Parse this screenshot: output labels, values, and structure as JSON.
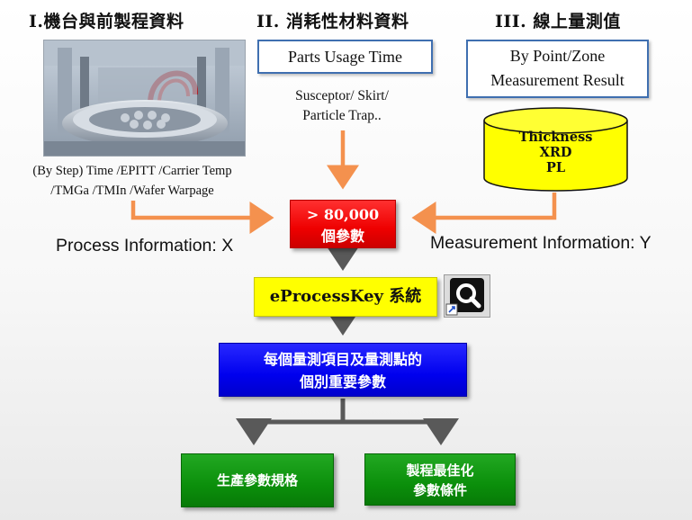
{
  "headings": {
    "machine": "I.機台與前製程資料",
    "consumables": "II. 消耗性材料資料",
    "inline": "III. 線上量測值"
  },
  "parts_usage": "Parts Usage Time",
  "consumables_detail": {
    "line1": "Susceptor/ Skirt/",
    "line2": "Particle Trap.."
  },
  "measurement_box": {
    "line1": "By Point/Zone",
    "line2": "Measurement Result"
  },
  "database": {
    "line1": "Thickness",
    "line2": "XRD",
    "line3": "PL"
  },
  "step_params": {
    "line1": "(By Step) Time /EPITT /Carrier Temp",
    "line2": "/TMGa /TMIn /Wafer Warpage"
  },
  "labels": {
    "process": "Process Information: X",
    "measurement": "Measurement Information: Y"
  },
  "param_count": {
    "line1": "> 80,000",
    "line2": "個參數"
  },
  "system": "eProcessKey 系統",
  "key_params": {
    "line1": "每個量測項目及量測點的",
    "line2": "個別重要參數"
  },
  "outputs": {
    "spec": "生產參數規格",
    "optimal_line1": "製程最佳化",
    "optimal_line2": "參數條件"
  },
  "colors": {
    "orange_arrow": "#f4914e",
    "gray_arrow": "#595959",
    "red_box": "#ee0000",
    "yellow_box": "#ffff00",
    "blue_box": "#0000ee",
    "green_box": "#0b8f0b",
    "cylinder": "#ffff00"
  },
  "icons": {
    "machine_photo": "chamber-photo",
    "system_icon": "magnifier-key-shortcut-icon",
    "database": "database-cylinder-icon"
  }
}
